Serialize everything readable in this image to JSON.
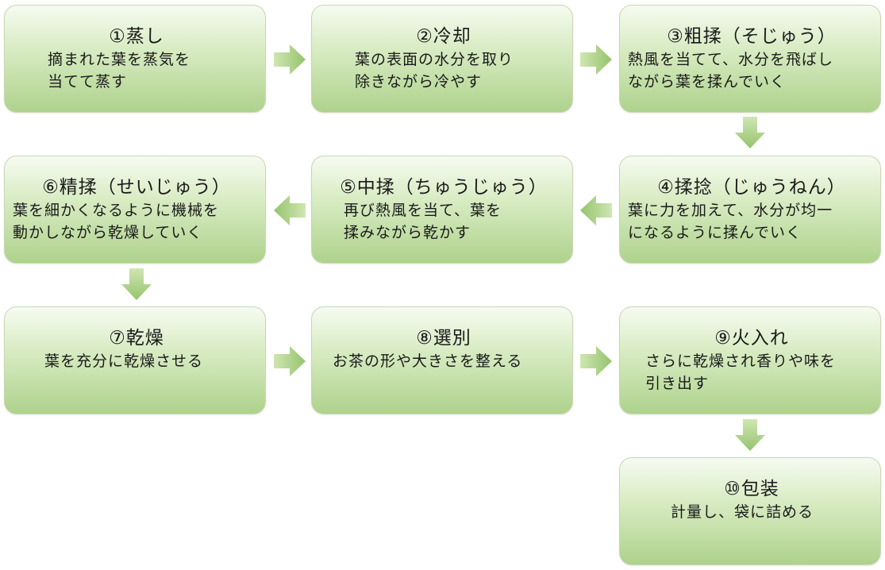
{
  "steps": [
    {
      "title": "①蒸し",
      "lines": [
        "摘まれた葉を蒸気を",
        "当てて蒸す"
      ]
    },
    {
      "title": "②冷却",
      "lines": [
        "葉の表面の水分を取り",
        "除きながら冷やす"
      ]
    },
    {
      "title": "③粗揉（そじゅう）",
      "lines": [
        "熱風を当てて、水分を飛ばし",
        "ながら葉を揉んでいく"
      ]
    },
    {
      "title": "④揉捻（じゅうねん）",
      "lines": [
        "葉に力を加えて、水分が均一",
        "になるように揉んでいく"
      ]
    },
    {
      "title": "⑤中揉（ちゅうじゅう）",
      "lines": [
        "再び熱風を当て、葉を",
        "揉みながら乾かす"
      ]
    },
    {
      "title": "⑥精揉（せいじゅう）",
      "lines": [
        "葉を細かくなるように機械を",
        "動かしながら乾燥していく"
      ]
    },
    {
      "title": "⑦乾燥",
      "lines": [
        "葉を充分に乾燥させる"
      ]
    },
    {
      "title": "⑧選別",
      "lines": [
        "お茶の形や大きさを整える"
      ]
    },
    {
      "title": "⑨火入れ",
      "lines": [
        "さらに乾燥され香りや味を",
        "引き出す"
      ]
    },
    {
      "title": "⑩包装",
      "lines": [
        "計量し、袋に詰める"
      ]
    }
  ],
  "colors": {
    "box_top": "#f6fbf1",
    "box_bottom": "#aed28c",
    "arrow_light": "#cfe6b3",
    "arrow_dark": "#95c36c"
  }
}
